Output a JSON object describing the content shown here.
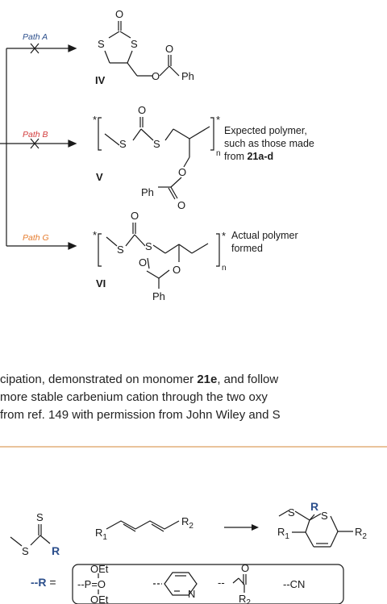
{
  "scheme_top": {
    "paths": [
      {
        "label": "Path A",
        "color": "#2c4f8c"
      },
      {
        "label": "Path B",
        "color": "#d23b3b"
      },
      {
        "label": "Path G",
        "color": "#e57c2e"
      }
    ],
    "compound_iv": {
      "label": "IV",
      "atoms": {
        "o_top": "O",
        "s_left": "S",
        "s_right": "S",
        "o_ester": "O",
        "o_carbonyl": "O",
        "ph": "Ph"
      }
    },
    "compound_v": {
      "label": "V",
      "atoms": {
        "star_left": "*",
        "s1": "S",
        "o_top": "O",
        "s2": "S",
        "star_right": "*",
        "n": "n",
        "o_ester": "O",
        "ph": "Ph",
        "o_carbonyl": "O"
      },
      "note_lines": [
        "Expected polymer,",
        "such as those made",
        "from "
      ],
      "note_bold": "21a-d"
    },
    "compound_vi": {
      "label": "VI",
      "atoms": {
        "star_left": "*",
        "o_top": "O",
        "s1": "S",
        "s2": "S",
        "star_right": "*",
        "n": "n",
        "o_carbonyl": "O",
        "o_ester": "O",
        "ph": "Ph"
      },
      "note_lines": [
        "Actual polymer",
        "formed"
      ]
    }
  },
  "caption": {
    "line1_pre": "cipation, demonstrated on monomer ",
    "line1_bold": "21e",
    "line1_post": ", and follow",
    "line2": " more stable carbenium cation through the two oxy",
    "line3": "from ref. 149 with permission from John Wiley and S"
  },
  "scheme_bottom": {
    "dithioester": {
      "s_top": "S",
      "s": "S",
      "r": "R"
    },
    "diene": {
      "r1": "R",
      "r1_sub": "1",
      "r2": "R",
      "r2_sub": "2"
    },
    "product": {
      "s_me": "S",
      "r": "R",
      "s_ring": "S",
      "r1": "R",
      "r1_sub": "1",
      "r2": "R",
      "r2_sub": "2"
    },
    "r_def": {
      "dash": "--",
      "r": "R",
      "eq": " ="
    },
    "groups": {
      "phosphonate": {
        "oet_top": "OEt",
        "p_line": "--P=O",
        "oet_bottom": "OEt"
      },
      "pyridyl": {
        "n": "N"
      },
      "acyl": {
        "dash": "--",
        "o": "O",
        "r2": "R",
        "r2_sub": "2"
      },
      "cyano": {
        "text": "--CN"
      }
    },
    "accent_color": "#2c4f8c"
  }
}
